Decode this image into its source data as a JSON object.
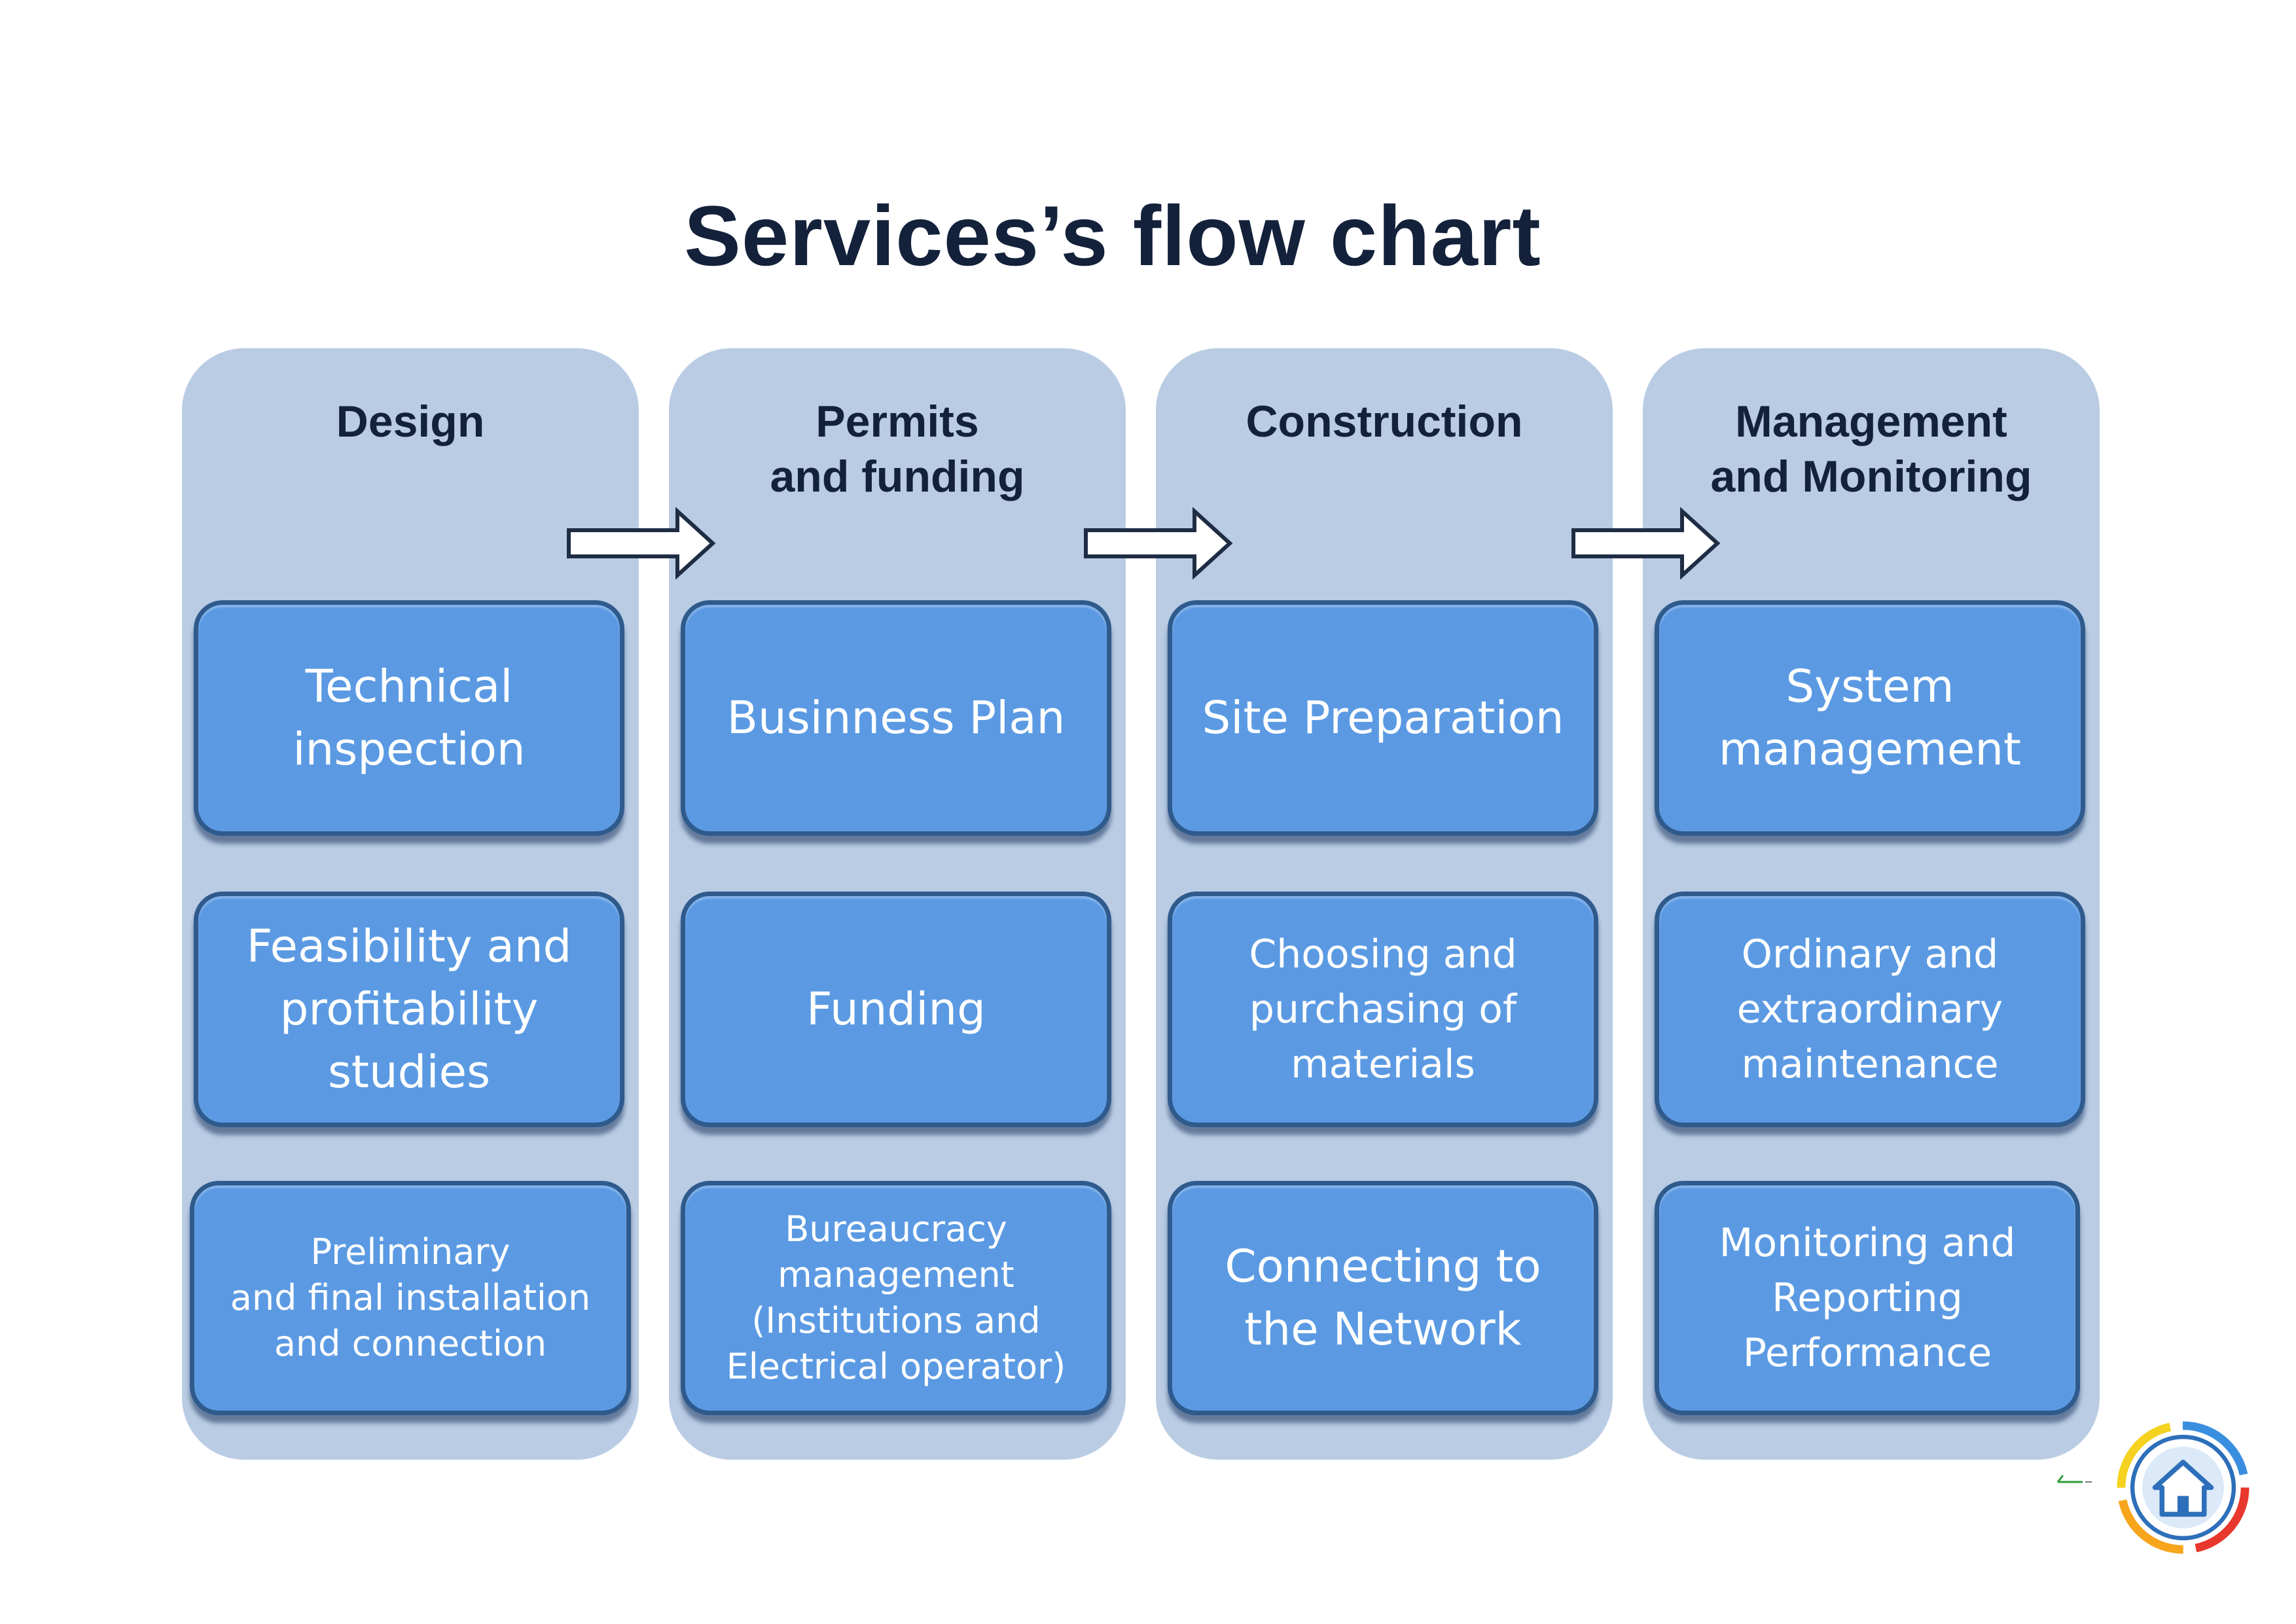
{
  "title": "Services’s flow chart",
  "colors": {
    "column_bg": "#b9cce4",
    "box_fill": "#5b9ae3",
    "box_border": "#2f5a8c",
    "title_text": "#14213a",
    "box_text": "#ffffff"
  },
  "columns": [
    {
      "header": "Design",
      "boxes": [
        "Technical\ninspection",
        "Feasibility and\nprofitability\nstudies",
        "Preliminary\nand final installation\nand connection"
      ]
    },
    {
      "header": "Permits\nand funding",
      "boxes": [
        "Businness Plan",
        "Funding",
        "Bureaucracy\nmanagement\n(Institutions and\nElectrical operator)"
      ]
    },
    {
      "header": "Construction",
      "boxes": [
        "Site Preparation",
        "Choosing and\npurchasing of\nmaterials",
        "Connecting to\nthe Network"
      ]
    },
    {
      "header": "Management\nand Monitoring",
      "boxes": [
        "System\nmanagement",
        "Ordinary and\nextraordinary\nmaintenance",
        "Monitoring and\nReporting\nPerformance"
      ]
    }
  ],
  "logo": {
    "icon": "house-cycle-logo-icon"
  }
}
